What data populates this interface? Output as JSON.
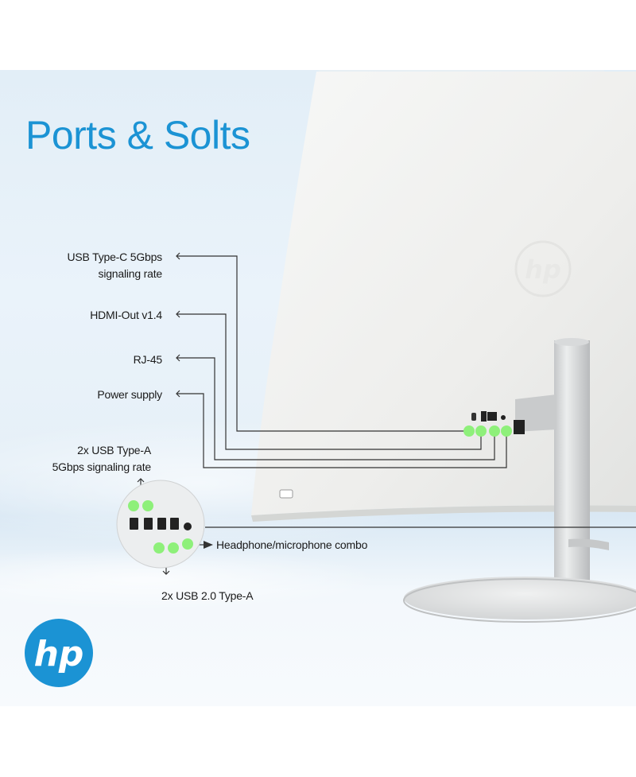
{
  "title": "Ports & Solts",
  "labels": {
    "usb_c_line1": "USB Type-C  5Gbps",
    "usb_c_line2": "signaling rate",
    "hdmi": "HDMI-Out v1.4",
    "rj45": "RJ-45",
    "power": "Power supply",
    "usb_a_line1": "2x USB Type-A",
    "usb_a_line2": "5Gbps signaling rate",
    "headphone": "Headphone/microphone combo",
    "usb2": "2x USB 2.0 Type-A"
  },
  "brand": {
    "logo_text": "hp",
    "color": "#1b93d4"
  },
  "colors": {
    "title": "#1b93d4",
    "highlight": "#8ef07a",
    "line": "#333333"
  }
}
